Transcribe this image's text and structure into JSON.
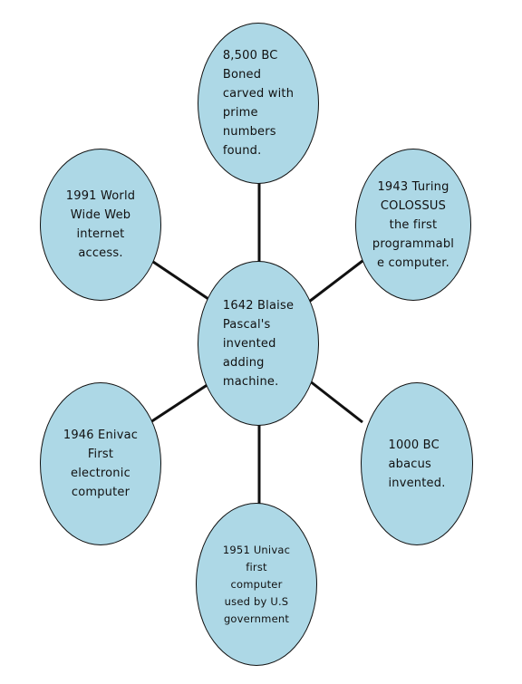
{
  "nodes": {
    "center": {
      "text": "1642 Blaise\nPascal's\ninvented\nadding\nmachine."
    },
    "top": {
      "text": "8,500 BC\nBoned\ncarved with\nprime\nnumbers\nfound."
    },
    "upper_right": {
      "text": "1943 Turing\nCOLOSSUS\nthe first\nprogrammabl\ne computer."
    },
    "lower_right": {
      "text": "1000 BC\nabacus\ninvented."
    },
    "bottom": {
      "text": "1951 Univac\nfirst\ncomputer\nused by U.S\ngovernment"
    },
    "lower_left": {
      "text": "1946 Enivac\nFirst\nelectronic\ncomputer"
    },
    "upper_left": {
      "text": "1991 World\nWide Web\ninternet\naccess."
    }
  },
  "colors": {
    "node_fill": "#add8e6",
    "node_border": "#111111",
    "line": "#111111",
    "background": "#ffffff"
  }
}
